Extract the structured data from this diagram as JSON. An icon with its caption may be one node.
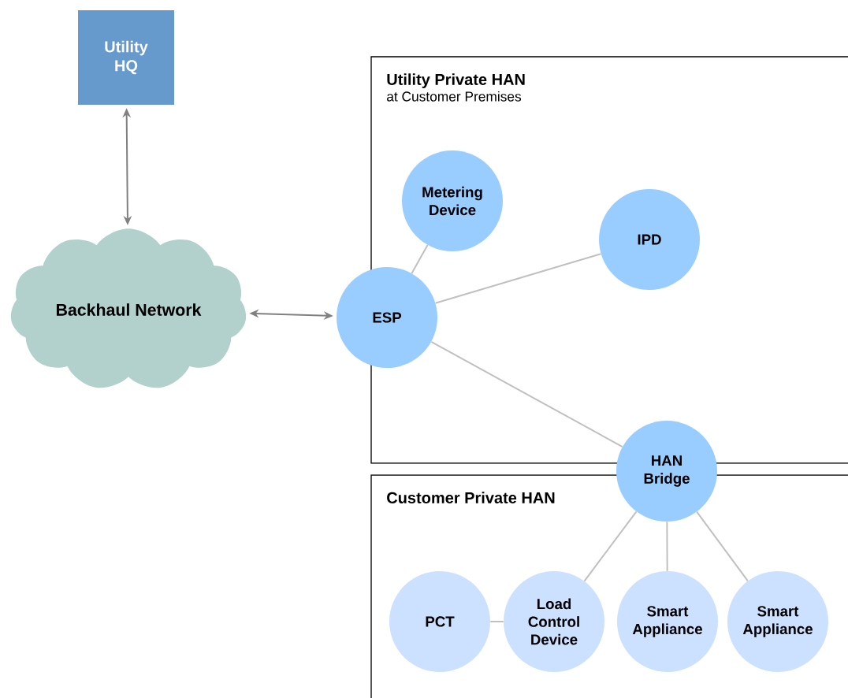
{
  "diagram": {
    "nodes": [
      {
        "text": [
          "Utility HQ"
        ]
      },
      {
        "text": [
          "Backhaul Network"
        ]
      },
      {
        "text": [
          "Utility Private HAN",
          "at Customer Premises"
        ]
      },
      {
        "text": [
          "Metering Device"
        ],
        "in": 2
      },
      {
        "text": [
          "IPD"
        ],
        "in": 2
      },
      {
        "text": [
          "ESP"
        ]
      },
      {
        "text": [
          "HAN Bridge"
        ]
      },
      {
        "text": [
          "Customer Private HAN"
        ]
      },
      {
        "text": [
          "PCT"
        ],
        "in": 7
      },
      {
        "text": [
          "Load Control Device"
        ],
        "in": 7
      },
      {
        "text": [
          "Smart Appliance"
        ],
        "in": 7
      },
      {
        "text": [
          "Smart Appliance"
        ],
        "in": 7
      }
    ],
    "edges": [
      {
        "from": 0,
        "to": 1,
        "arrow": "both",
        "color": "#808080"
      },
      {
        "from": 1,
        "to": 5,
        "arrow": "both",
        "color": "#808080"
      },
      {
        "from": 5,
        "to": 3,
        "arrow": "none"
      },
      {
        "from": 5,
        "to": 4,
        "arrow": "none"
      },
      {
        "from": 5,
        "to": 6,
        "arrow": "none"
      },
      {
        "from": 6,
        "to": 9,
        "arrow": "none"
      },
      {
        "from": 6,
        "to": 10,
        "arrow": "none"
      },
      {
        "from": 6,
        "to": 11,
        "arrow": "none"
      },
      {
        "from": 8,
        "to": 9,
        "arrow": "none"
      }
    ]
  }
}
